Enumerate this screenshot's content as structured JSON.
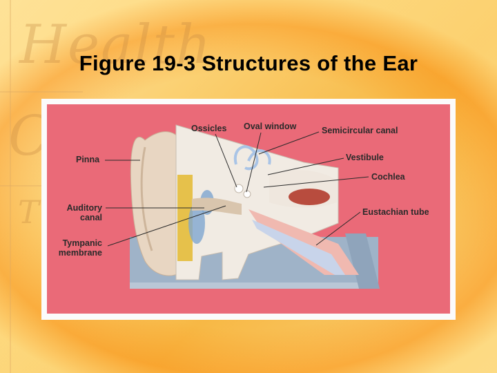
{
  "slide": {
    "title": "Figure 19-3 Structures of the Ear",
    "background_watermark": "Health"
  },
  "figure": {
    "labels": {
      "ossicles": "Ossicles",
      "oval_window": "Oval window",
      "semicircular_canal": "Semicircular canal",
      "pinna": "Pinna",
      "vestibule": "Vestibule",
      "cochlea": "Cochlea",
      "auditory_canal_line1": "Auditory",
      "auditory_canal_line2": "canal",
      "eustachian_tube": "Eustachian tube",
      "tympanic_line1": "Tympanic",
      "tympanic_line2": "membrane"
    }
  },
  "colors": {
    "plate": "#ea6a78",
    "base": "#9fb3c8"
  }
}
